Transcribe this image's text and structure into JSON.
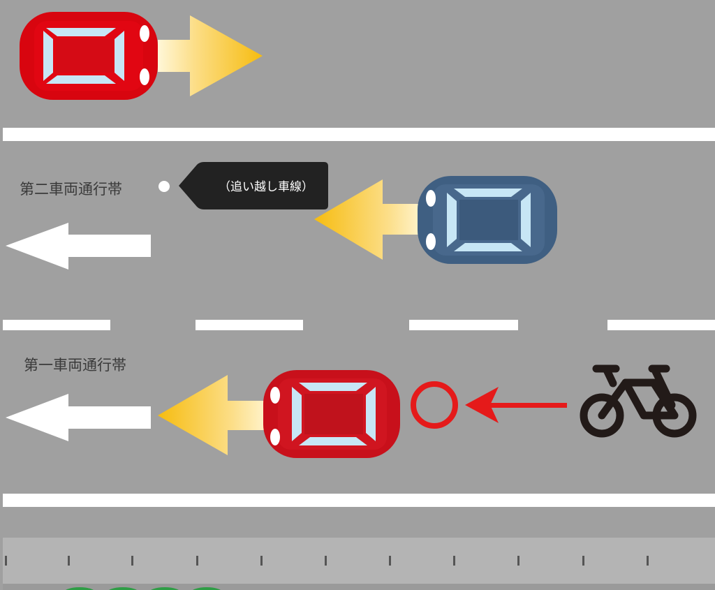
{
  "labels": {
    "lane_two": "第二車両通行帯",
    "lane_one": "第一車両通行帯",
    "overtaking_lane": "（追い越し車線）"
  },
  "colors": {
    "road": "#a0a0a0",
    "lane_marking": "#ffffff",
    "red_car": "#d8050f",
    "blue_car": "#3f5f82",
    "car_window": "#c7e6f5",
    "motion_arrow": "#f6bc10",
    "cyclist_arrow": "#e51a1a",
    "callout": "#222222",
    "curb": "#b4b4b4",
    "bicycle": "#221a18"
  },
  "icons": [
    "red-car-icon",
    "blue-car-icon",
    "bicycle-icon",
    "lane-arrow-icon",
    "circle-mark-icon"
  ]
}
